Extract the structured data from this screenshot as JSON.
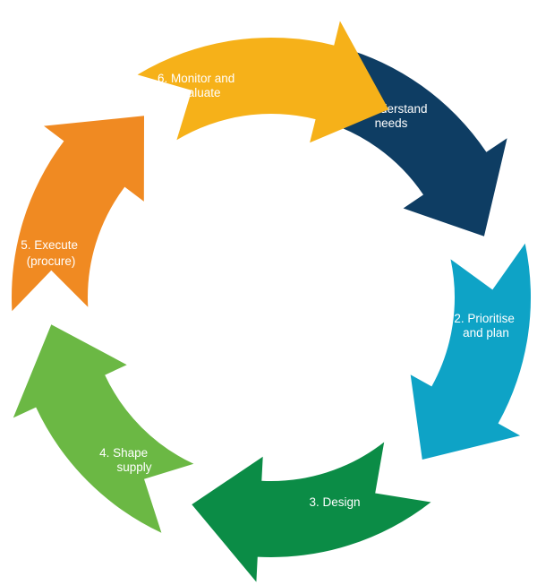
{
  "diagram": {
    "type": "cycle",
    "steps": [
      {
        "label_lines": [
          "1. Understand",
          "needs"
        ],
        "color": "#0e3d63"
      },
      {
        "label_lines": [
          "2. Prioritise",
          "and plan"
        ],
        "color": "#0ea3c6"
      },
      {
        "label_lines": [
          "3. Design"
        ],
        "color": "#0b8c46"
      },
      {
        "label_lines": [
          "4. Shape",
          "supply"
        ],
        "color": "#6bb844"
      },
      {
        "label_lines": [
          "5. Execute",
          "(procure)"
        ],
        "color": "#f08a22"
      },
      {
        "label_lines": [
          "6. Monitor and",
          "evaluate"
        ],
        "color": "#f6b119"
      }
    ]
  }
}
